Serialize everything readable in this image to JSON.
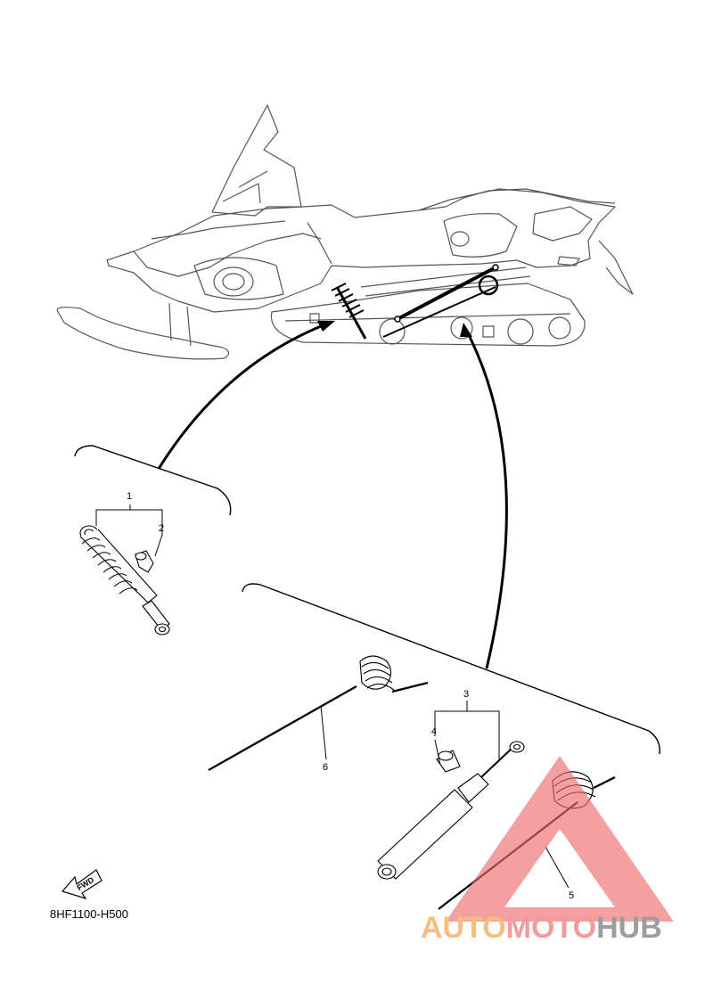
{
  "diagram_code": "8HF1100-H500",
  "fwd_label": "FWD",
  "callouts": {
    "c1": "1",
    "c2": "2",
    "c3": "3",
    "c4": "4",
    "c5": "5",
    "c6": "6"
  },
  "watermark": {
    "auto": "AUTO",
    "moto": "MOTO",
    "hub": "HUB",
    "color_auto": "#f5b56b",
    "color_moto": "#f08a8a",
    "color_hub": "#8c8c8c",
    "color_triangle": "#ef6b6b"
  }
}
